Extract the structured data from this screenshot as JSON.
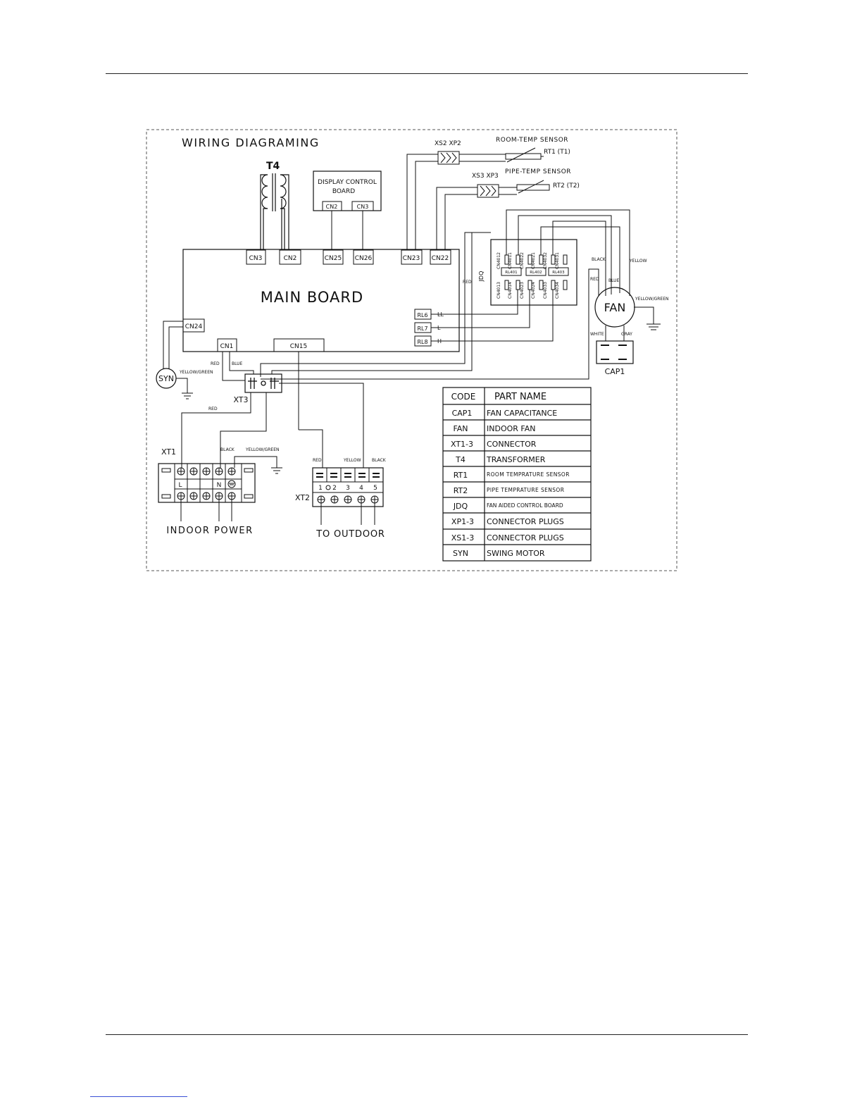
{
  "title": "WIRING DIAGRAMING",
  "transformer": "T4",
  "display_board": {
    "line1": "DISPLAY CONTROL",
    "line2": "BOARD",
    "cn_a": "CN2",
    "cn_b": "CN3"
  },
  "main_board": {
    "label": "MAIN BOARD",
    "cn3": "CN3",
    "cn2": "CN2",
    "cn25": "CN25",
    "cn26": "CN26",
    "cn23": "CN23",
    "cn22": "CN22",
    "cn24": "CN24",
    "cn1": "CN1",
    "cn15": "CN15",
    "rl6": "RL6",
    "rl7": "RL7",
    "rl8": "RL8",
    "ll": "LL",
    "l": "L",
    "h": "H"
  },
  "sensors": {
    "xs2xp2": "XS2 XP2",
    "room_temp": "ROOM-TEMP SENSOR",
    "rt1": "RT1 (T1)",
    "xs3xp3": "XS3 XP3",
    "pipe_temp": "PIPE-TEMP SENSOR",
    "rt2": "RT2 (T2)"
  },
  "jdq": {
    "label": "JDQ",
    "top_pins": [
      "CN4012",
      "CN4011",
      "CN4022",
      "CN4021",
      "CN4032",
      "CN4031"
    ],
    "relays": [
      "RL401",
      "RL402",
      "RL403"
    ],
    "bottom_pins": [
      "CN4013",
      "CN4014",
      "CN4023",
      "CN4024",
      "CN4033",
      "CN4034"
    ]
  },
  "fan": {
    "label": "FAN",
    "black": "BLACK",
    "yellow": "YELLOW",
    "red": "RED",
    "blue": "BLUE",
    "yellow_green": "YELLOW/GREEN",
    "white": "WHITE",
    "gray": "GRAY"
  },
  "cap1": "CAP1",
  "wire_labels": {
    "red": "RED",
    "blue": "BLUE",
    "black": "BLACK",
    "yellow": "YELLOW",
    "yellow_green": "YELLOW/GREEN"
  },
  "syn": "SYN",
  "xt3": "XT3",
  "xt1": {
    "label": "XT1",
    "l": "L",
    "n": "N",
    "caption": "INDOOR POWER"
  },
  "xt2": {
    "label": "XT2",
    "numbers": [
      "1",
      "2",
      "3",
      "4",
      "5"
    ],
    "caption": "TO OUTDOOR"
  },
  "parts_table": {
    "headers": [
      "CODE",
      "PART NAME"
    ],
    "rows": [
      {
        "code": "CAP1",
        "name": "FAN CAPACITANCE"
      },
      {
        "code": "FAN",
        "name": "INDOOR FAN"
      },
      {
        "code": "XT1-3",
        "name": "CONNECTOR"
      },
      {
        "code": "T4",
        "name": "TRANSFORMER"
      },
      {
        "code": "RT1",
        "name": "ROOM TEMPRATURE SENSOR"
      },
      {
        "code": "RT2",
        "name": "PIPE TEMPRATURE SENSOR"
      },
      {
        "code": "JDQ",
        "name": "FAN AIDED CONTROL BOARD"
      },
      {
        "code": "XP1-3",
        "name": "CONNECTOR PLUGS"
      },
      {
        "code": "XS1-3",
        "name": "CONNECTOR PLUGS"
      },
      {
        "code": "SYN",
        "name": "SWING MOTOR"
      }
    ]
  }
}
